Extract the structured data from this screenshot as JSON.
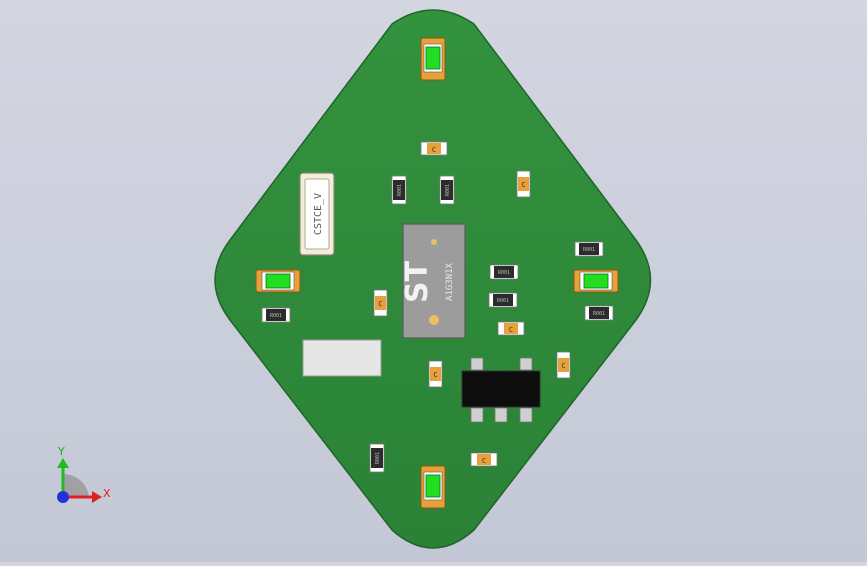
{
  "colors": {
    "background_top": "#d3d6e1",
    "background_bottom": "#c4c8d6",
    "board": "#2f8a3a",
    "board_edge": "#246f2c",
    "led_lens": "#22dd22",
    "pad_orange": "#e8a13a",
    "resistor_body": "#2c2c2c",
    "chip_body": "#9a9a9a",
    "axis_x": "#dd2222",
    "axis_y": "#22bb22",
    "axis_z": "#2233dd"
  },
  "components": {
    "mcu": {
      "brand": "ST",
      "marking": "A1G3N1X"
    },
    "crystal": {
      "marking": "CSTCE_V"
    },
    "capacitor_marking": "C",
    "resistor_marking": "R001"
  },
  "axis": {
    "x_label": "X",
    "y_label": "Y"
  }
}
